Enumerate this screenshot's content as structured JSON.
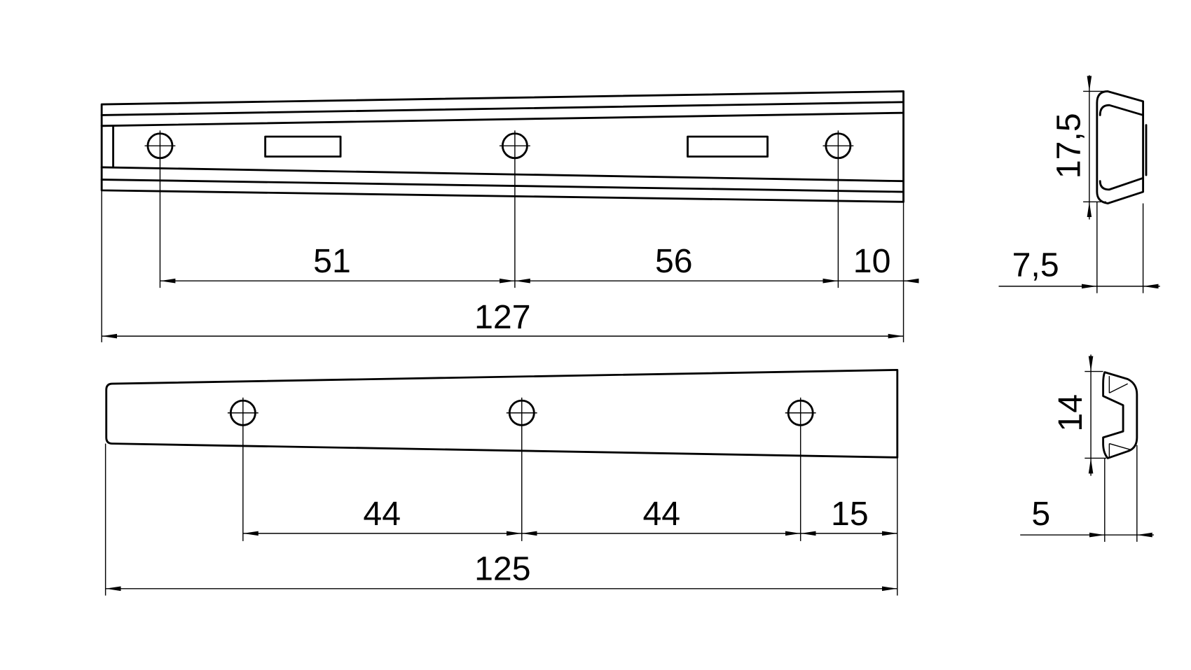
{
  "drawing": {
    "top_view": {
      "dimensions": {
        "hole_spacing_1": "51",
        "hole_spacing_2": "56",
        "end_offset": "10",
        "overall_length": "127"
      }
    },
    "bottom_view": {
      "dimensions": {
        "hole_spacing_1": "44",
        "hole_spacing_2": "44",
        "end_offset": "15",
        "overall_length": "125"
      }
    },
    "top_profile": {
      "dimensions": {
        "height": "17,5",
        "width": "7,5"
      }
    },
    "bottom_profile": {
      "dimensions": {
        "height": "14",
        "width": "5"
      }
    }
  }
}
